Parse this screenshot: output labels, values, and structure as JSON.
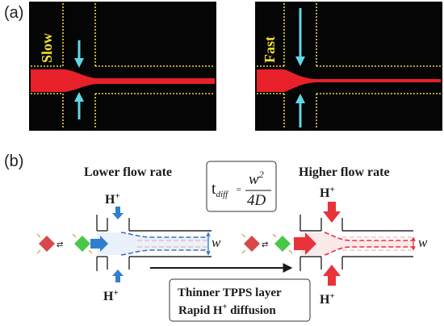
{
  "panel_a": {
    "label": "(a)",
    "left_image": {
      "speed_label": "Slow"
    },
    "right_image": {
      "speed_label": "Fast"
    }
  },
  "panel_b": {
    "label": "(b)",
    "left_title": "Lower flow rate",
    "right_title": "Higher flow rate",
    "ion_base": "H",
    "ion_charge": "+",
    "width_symbol": "w",
    "formula": {
      "t": "t",
      "subscript": "diff",
      "equals": "=",
      "numerator_var": "w",
      "numerator_exp": "2",
      "denominator": "4D"
    },
    "note_line_1": "Thinner TPPS layer",
    "note_line_2": "Rapid H",
    "note_line_2_sup": "+",
    "note_line_2_end": " diffusion"
  },
  "colors": {
    "background_dark": "#050505",
    "channel_outline": "#e8d84a",
    "stream_red": "#e8202a",
    "flow_arrow_cyan": "#5fd8e6",
    "blue_arrow": "#2f7fd0",
    "red_arrow": "#e8333a",
    "molecule_red": "#d94848",
    "molecule_green": "#48c848"
  }
}
